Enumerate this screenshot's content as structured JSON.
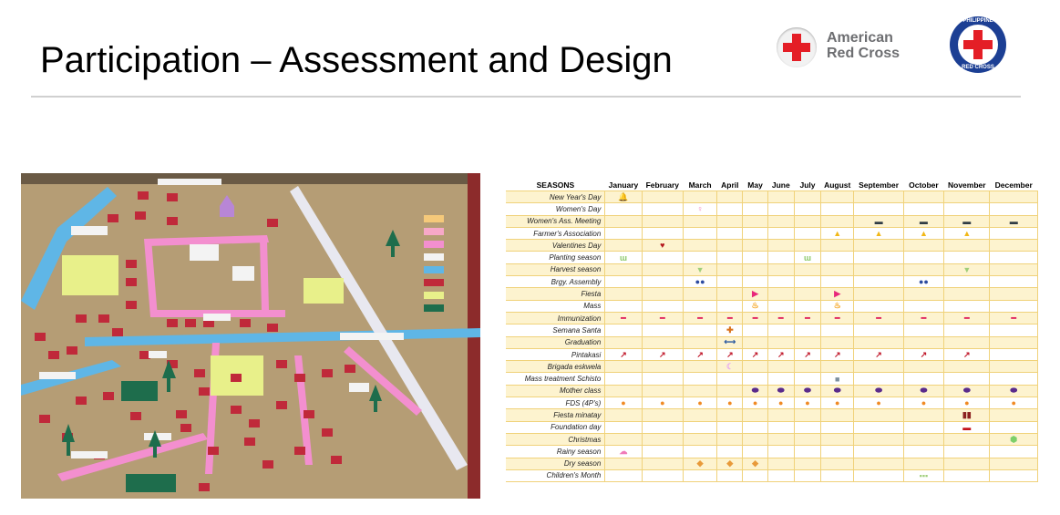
{
  "slide": {
    "title": "Participation – Assessment and Design"
  },
  "logos": {
    "american_red_cross_line1": "American",
    "american_red_cross_line2": "Red Cross",
    "philippine_red_cross_top": "PHILIPPINE",
    "philippine_red_cross_bottom": "RED CROSS"
  },
  "calendar": {
    "header_label": "SEASONS",
    "months": [
      "January",
      "February",
      "March",
      "April",
      "May",
      "June",
      "July",
      "August",
      "September",
      "October",
      "November",
      "December"
    ],
    "rows": [
      {
        "label": "New Year's Day",
        "marks": {
          "0": "🔔"
        }
      },
      {
        "label": "Women's Day",
        "marks": {
          "2": "♀"
        }
      },
      {
        "label": "Women's Ass. Meeting",
        "marks": {
          "8": "▬",
          "9": "▬",
          "10": "▬",
          "11": "▬"
        }
      },
      {
        "label": "Farmer's Association",
        "marks": {
          "7": "▲",
          "8": "▲",
          "9": "▲",
          "10": "▲"
        }
      },
      {
        "label": "Valentines Day",
        "marks": {
          "1": "♥"
        }
      },
      {
        "label": "Planting season",
        "marks": {
          "0": "ɯ",
          "6": "ɯ"
        }
      },
      {
        "label": "Harvest season",
        "marks": {
          "2": "▼",
          "10": "▼"
        }
      },
      {
        "label": "Brgy. Assembly",
        "marks": {
          "2": "●●",
          "9": "●●"
        }
      },
      {
        "label": "Fiesta",
        "marks": {
          "4": "▶",
          "7": "▶"
        }
      },
      {
        "label": "Mass",
        "marks": {
          "4": "♨",
          "7": "♨"
        }
      },
      {
        "label": "Immunization",
        "marks": {
          "0": "━",
          "1": "━",
          "2": "━",
          "3": "━",
          "4": "━",
          "5": "━",
          "6": "━",
          "7": "━",
          "8": "━",
          "9": "━",
          "10": "━",
          "11": "━"
        }
      },
      {
        "label": "Semana Santa",
        "marks": {
          "3": "✚"
        }
      },
      {
        "label": "Graduation",
        "marks": {
          "3": "⟷"
        }
      },
      {
        "label": "Pintakasi",
        "marks": {
          "0": "↗",
          "1": "↗",
          "2": "↗",
          "3": "↗",
          "4": "↗",
          "5": "↗",
          "6": "↗",
          "7": "↗",
          "8": "↗",
          "9": "↗",
          "10": "↗"
        }
      },
      {
        "label": "Brigada eskwela",
        "marks": {
          "3": "☾"
        }
      },
      {
        "label": "Mass treatment Schisto",
        "marks": {
          "7": "■"
        }
      },
      {
        "label": "Mother class",
        "marks": {
          "4": "⬬",
          "5": "⬬",
          "6": "⬬",
          "7": "⬬",
          "8": "⬬",
          "9": "⬬",
          "10": "⬬",
          "11": "⬬"
        }
      },
      {
        "label": "FDS (4P's)",
        "marks": {
          "0": "●",
          "1": "●",
          "2": "●",
          "3": "●",
          "4": "●",
          "5": "●",
          "6": "●",
          "7": "●",
          "8": "●",
          "9": "●",
          "10": "●",
          "11": "●"
        }
      },
      {
        "label": "Fiesta minatay",
        "marks": {
          "10": "▮▮"
        }
      },
      {
        "label": "Foundation day",
        "marks": {
          "10": "▬"
        }
      },
      {
        "label": "Christmas",
        "marks": {
          "11": "⬢"
        }
      },
      {
        "label": "Rainy season",
        "marks": {
          "0": "☁"
        }
      },
      {
        "label": "Dry season",
        "marks": {
          "2": "◆",
          "3": "◆",
          "4": "◆"
        }
      },
      {
        "label": "Children's Month",
        "marks": {
          "9": "▪▪▪"
        }
      }
    ]
  },
  "colors": {
    "arc_red": "#e41e26",
    "prc_blue": "#1c3f94",
    "grid_border": "#f0d27a",
    "row_tint": "#fdf3cf",
    "map_paper": "#b9a17a"
  }
}
